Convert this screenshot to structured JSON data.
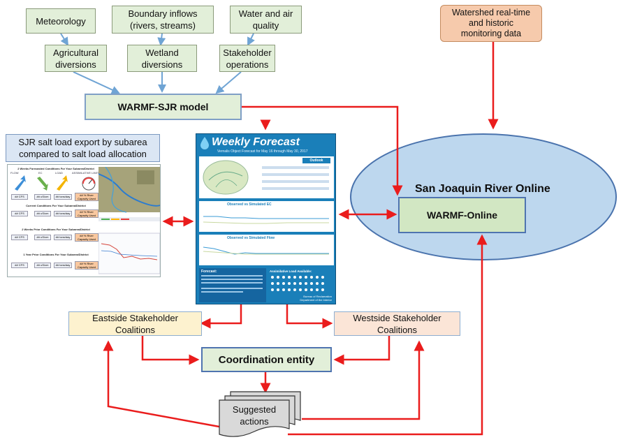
{
  "inputs": {
    "meteorology": "Meteorology",
    "boundary_inflows_line1": "Boundary inflows",
    "boundary_inflows_line2": "(rivers, streams)",
    "water_air_line1": "Water and air",
    "water_air_line2": "quality",
    "agricultural_line1": "Agricultural",
    "agricultural_line2": "diversions",
    "wetland_line1": "Wetland",
    "wetland_line2": "diversions",
    "stakeholder_line1": "Stakeholder",
    "stakeholder_line2": "operations"
  },
  "watershed": {
    "line1": "Watershed real-time",
    "line2": "and historic",
    "line3": "monitoring data"
  },
  "model": "WARMF-SJR model",
  "sjr_export": {
    "line1": "SJR salt load export by subarea",
    "line2": "compared to salt load allocation"
  },
  "sjr_online": "San Joaquin River Online",
  "warmf_online": "WARMF-Online",
  "eastside": {
    "line1": "Eastside Stakeholder",
    "line2": "Coalitions"
  },
  "westside": {
    "line1": "Westside Stakeholder",
    "line2": "Coalitions"
  },
  "coordination": "Coordination entity",
  "suggested": {
    "line1": "Suggested",
    "line2": "actions"
  },
  "weekly_forecast": {
    "title": "Weekly Forecast",
    "subtitle": "Vernalis Object Forecast for May 16 through May 30, 2017",
    "outlook": "Outlook",
    "ec_title": "Observed vs Simulated EC",
    "flow_title": "Observed vs Simulated Flow",
    "forecast_label": "Forecast:",
    "assim_label": "Assimilative Load Available:",
    "footer1": "Bureau of Reclamation",
    "footer2": "Department of the Interior"
  },
  "dashboard": {
    "section1": "2 Weeks Forecasted Conditions For Your Subarea/District",
    "section2": "Current Conditions For Your Subarea/District",
    "section3": "2 Weeks Prior Conditions For Your Subarea/District",
    "section4": "1 Year Prior Conditions For Your Subarea/District",
    "col_flow": "FLOW",
    "col_ec": "EC",
    "col_load": "LOAD",
    "col_limit": "ASSIMILATIVE LIMIT",
    "cfs": "## CFS",
    "uscm": "## uS/cm",
    "tons": "## tons/day",
    "capacity": "## % River Capacity Used"
  },
  "colors": {
    "arrow_red": "#ea1c1c",
    "arrow_blue": "#6fa4d4",
    "ellipse_fill": "#bdd7ee",
    "ellipse_border": "#4a73ad"
  }
}
